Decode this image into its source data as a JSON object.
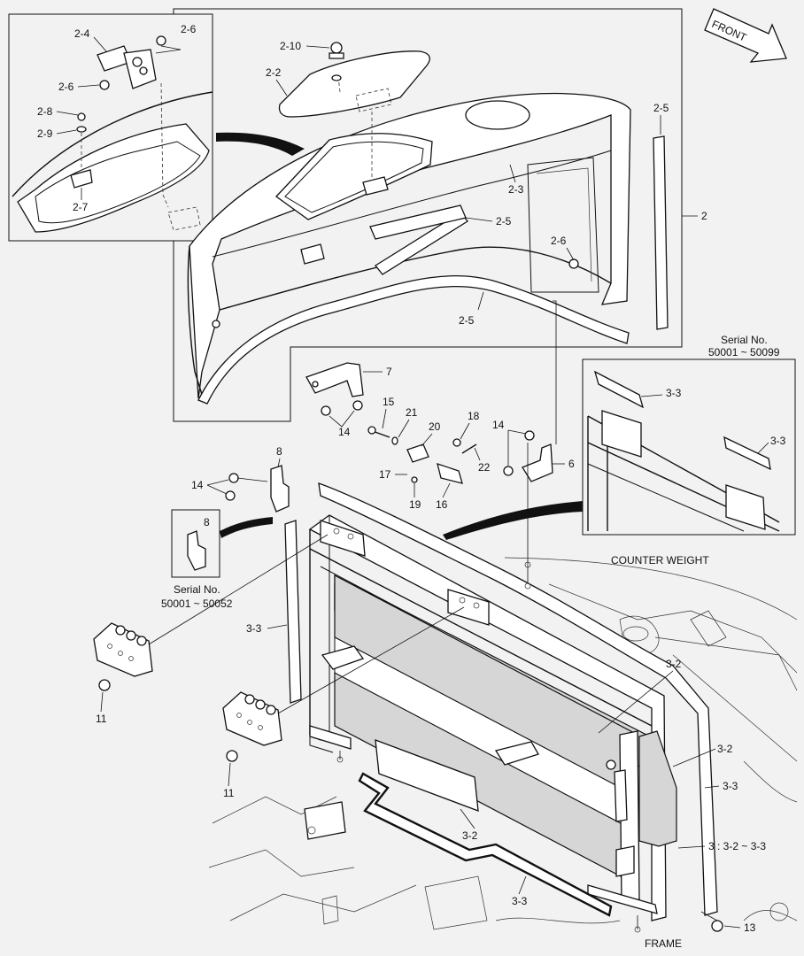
{
  "direction": {
    "label": "FRONT"
  },
  "texts": {
    "counter_weight": "COUNTER WEIGHT",
    "frame": "FRAME",
    "serial_a_title": "Serial No.",
    "serial_a_range": "50001 ~ 50099",
    "serial_b_title": "Serial No.",
    "serial_b_range": "50001 ~ 50052",
    "assy_note": "3 : 3-2 ~ 3-3"
  },
  "callouts": {
    "c2_4": "2-4",
    "c2_6a": "2-6",
    "c2_6b": "2-6",
    "c2_6c": "2-6",
    "c2_8": "2-8",
    "c2_9": "2-9",
    "c2_7": "2-7",
    "c2_10": "2-10",
    "c2_2": "2-2",
    "c2_3": "2-3",
    "c2_5a": "2-5",
    "c2_5b": "2-5",
    "c2_5c": "2-5",
    "c2": "2",
    "c7": "7",
    "c14a": "14",
    "c15": "15",
    "c21": "21",
    "c20": "20",
    "c18": "18",
    "c14b": "14",
    "c6": "6",
    "c17": "17",
    "c22": "22",
    "c19": "19",
    "c16": "16",
    "c8a": "8",
    "c14c": "14",
    "c8b": "8",
    "c3_3a": "3-3",
    "c3_3b": "3-3",
    "c3_3c": "3-3",
    "c3_3d": "3-3",
    "c3_3e": "3-3",
    "c3_2a": "3-2",
    "c3_2b": "3-2",
    "c3_2c": "3-2",
    "c11a": "11",
    "c11b": "11",
    "c13": "13"
  }
}
